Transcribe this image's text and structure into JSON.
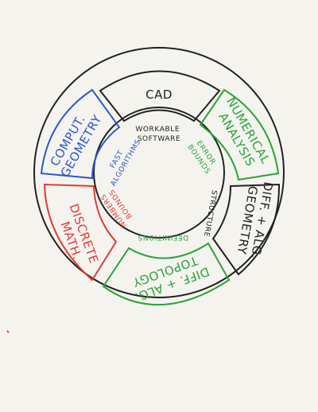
{
  "diagram": {
    "segments": [
      {
        "id": "cad",
        "label": "CAD",
        "color": "#222222"
      },
      {
        "id": "numerical",
        "label": "NUMERICAL ANALYSIS",
        "color": "#2aa33a"
      },
      {
        "id": "diffgeo",
        "label": "DIFF. + ALG. GEOMETRY",
        "color": "#222222"
      },
      {
        "id": "topology",
        "label": "DIFF. + ALG. TOPOLOGY",
        "color": "#2aa33a"
      },
      {
        "id": "discrete",
        "label": "DISCRETE MATH.",
        "color": "#e03a3a"
      },
      {
        "id": "computgeo",
        "label": "COMPUT. GEOMETRY",
        "color": "#2e57c8"
      }
    ],
    "inner": [
      {
        "id": "workable",
        "line1": "WORKABLE",
        "line2": "SOFTWARE",
        "color": "#222222"
      },
      {
        "id": "error",
        "line1": "ERROR",
        "line2": "BOUNDS",
        "color": "#2aa33a"
      },
      {
        "id": "structure",
        "line1": "STRUCTURE",
        "line2": "",
        "color": "#222222"
      },
      {
        "id": "definitions",
        "line1": "DEFINITIONS",
        "line2": "",
        "color": "#2aa33a"
      },
      {
        "id": "numbers",
        "line1": "NUMBERS",
        "line2": "BOUNDS",
        "color": "#e03a3a"
      },
      {
        "id": "fast",
        "line1": "FAST",
        "line2": "ALGORITHMS",
        "color": "#2e57c8"
      }
    ]
  }
}
